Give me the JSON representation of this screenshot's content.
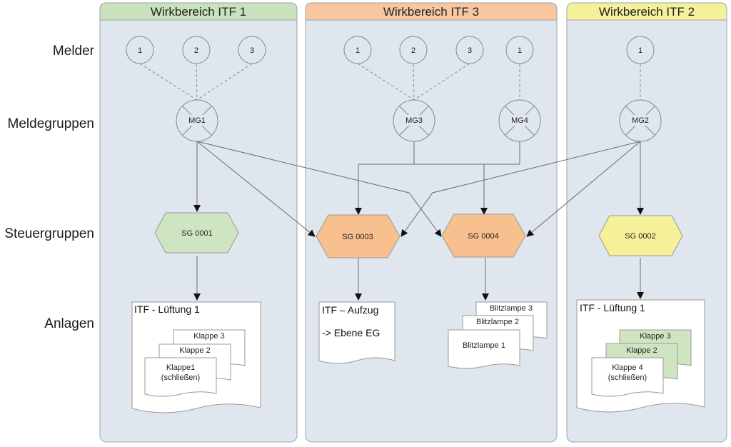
{
  "row_labels": {
    "melder": "Melder",
    "meldegruppen": "Meldegruppen",
    "steuergruppen": "Steuergruppen",
    "anlagen": "Anlagen"
  },
  "panels": {
    "itf1": {
      "title": "Wirkbereich ITF 1",
      "color": "#c9e2bd"
    },
    "itf3": {
      "title": "Wirkbereich ITF 3",
      "color": "#f8c6a0"
    },
    "itf2": {
      "title": "Wirkbereich ITF 2",
      "color": "#f5f09a"
    }
  },
  "melder": {
    "itf1": [
      "1",
      "2",
      "3"
    ],
    "itf3": [
      "1",
      "2",
      "3",
      "1"
    ],
    "itf2": [
      "1"
    ]
  },
  "meldegruppen": {
    "mg1": "MG1",
    "mg3": "MG3",
    "mg4": "MG4",
    "mg2": "MG2"
  },
  "steuergruppen": {
    "sg0001": {
      "label": "SG 0001",
      "color": "#cfe5c2"
    },
    "sg0003": {
      "label": "SG 0003",
      "color": "#f9c08f"
    },
    "sg0004": {
      "label": "SG 0004",
      "color": "#f9c08f"
    },
    "sg0002": {
      "label": "SG 0002",
      "color": "#f7f09a"
    }
  },
  "anlagen": {
    "itf1": {
      "title": "ITF - Lüftung 1",
      "cards": [
        "Klappe 3",
        "Klappe 2",
        "Klappe1",
        "(schließen)"
      ]
    },
    "itf3_aufzug": {
      "title": "ITF – Aufzug",
      "subtitle": "-> Ebene EG"
    },
    "itf3_blitz": {
      "cards": [
        "Blitzlampe 3",
        "Blitzlampe 2",
        "Blitzlampe 1"
      ]
    },
    "itf2": {
      "title": "ITF - Lüftung 1",
      "cards": [
        "Klappe 3",
        "Klappe 2",
        "Klappe 4",
        "(schließen)"
      ]
    }
  },
  "colors": {
    "panel_bg": "#dfe6ee",
    "panel_border": "#9aa3ad",
    "line": "#6b6b6b",
    "green_card": "#cfe5c2"
  }
}
